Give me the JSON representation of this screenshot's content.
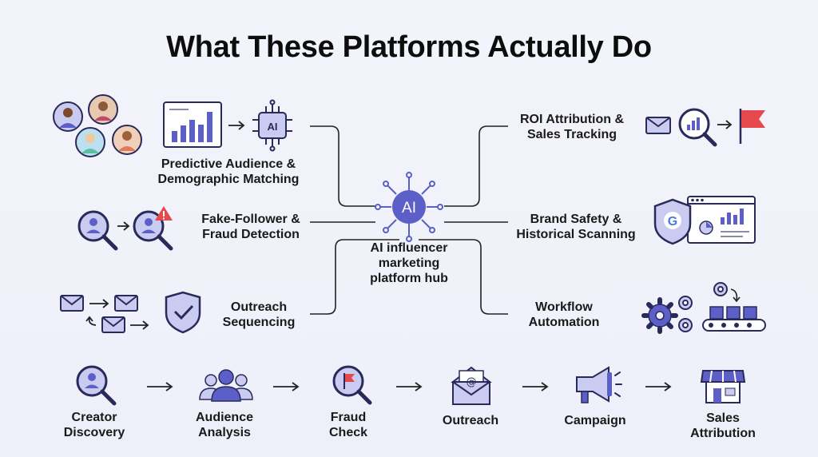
{
  "title": "What These Platforms Actually Do",
  "hub": {
    "icon_text": "AI",
    "lines": [
      "AI influencer",
      "marketing",
      "platform hub"
    ]
  },
  "features": {
    "predictive": {
      "lines": [
        "Predictive Audience &",
        "Demographic Matching"
      ],
      "chip_text": "AI"
    },
    "fraud": {
      "lines": [
        "Fake-Follower &",
        "Fraud Detection"
      ]
    },
    "outreach": {
      "lines": [
        "Outreach",
        "Sequencing"
      ]
    },
    "roi": {
      "lines": [
        "ROI Attribution &",
        "Sales Tracking"
      ]
    },
    "brand": {
      "lines": [
        "Brand Safety &",
        "Historical Scanning"
      ],
      "shield_letter": "G"
    },
    "workflow": {
      "lines": [
        "Workflow",
        "Automation"
      ]
    }
  },
  "flow": [
    {
      "icon": "magnifier-person-icon",
      "lines": [
        "Creator",
        "Discovery"
      ]
    },
    {
      "icon": "people-group-icon",
      "lines": [
        "Audience",
        "Analysis"
      ]
    },
    {
      "icon": "magnifier-flag-icon",
      "lines": [
        "Fraud",
        "Check"
      ]
    },
    {
      "icon": "envelope-at-icon",
      "lines": [
        "Outreach"
      ]
    },
    {
      "icon": "megaphone-icon",
      "lines": [
        "Campaign"
      ]
    },
    {
      "icon": "storefront-icon",
      "lines": [
        "Sales",
        "Attribution"
      ]
    }
  ],
  "colors": {
    "accent": "#5b5fc7",
    "accent_light": "#c9cbf0",
    "flag": "#e5484d",
    "warning": "#e5484d"
  }
}
